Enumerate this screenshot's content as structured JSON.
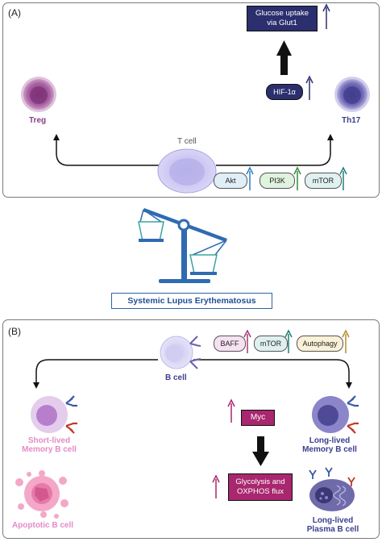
{
  "panel_a": {
    "label": "(A)",
    "treg_label": "Treg",
    "th17_label": "Th17",
    "tcell_label": "T cell",
    "hif_label": "HIF-1α",
    "glucose_label_line1": "Glucose uptake",
    "glucose_label_line2": "via Glut1",
    "pathways": [
      {
        "label": "Akt",
        "fill": "#dfeef7",
        "arrow_color": "#2e7cc2"
      },
      {
        "label": "PI3K",
        "fill": "#dff3df",
        "arrow_color": "#2f8a3a"
      },
      {
        "label": "mTOR",
        "fill": "#dff1f0",
        "arrow_color": "#1f7f7a"
      }
    ]
  },
  "balance": {
    "title": "Systemic Lupus Erythematosus"
  },
  "panel_b": {
    "label": "(B)",
    "bcell_label": "B cell",
    "factors": [
      {
        "label": "BAFF",
        "fill": "#f6e1f3",
        "arrow_color": "#a23a76"
      },
      {
        "label": "mTOR",
        "fill": "#dff1ef",
        "arrow_color": "#217d74"
      },
      {
        "label": "Autophagy",
        "fill": "#fbf0d8",
        "arrow_color": "#b58a2e"
      }
    ],
    "short_lived_line1": "Short-lived",
    "short_lived_line2": "Memory B cell",
    "apoptotic_label": "Apoptotic B cell",
    "myc_label": "Myc",
    "glycolysis_line1": "Glycolysis and",
    "glycolysis_line2": "OXPHOS flux",
    "long_lived_memory_line1": "Long-lived",
    "long_lived_memory_line2": "Memory B cell",
    "long_lived_plasma_line1": "Long-lived",
    "long_lived_plasma_line2": "Plasma B cell"
  },
  "colors": {
    "treg": "#8e3b87",
    "th17": "#5a53a8",
    "navy_box": "#2b2f6e",
    "magenta_box": "#a8276e",
    "balance_blue": "#2f6bb0"
  }
}
